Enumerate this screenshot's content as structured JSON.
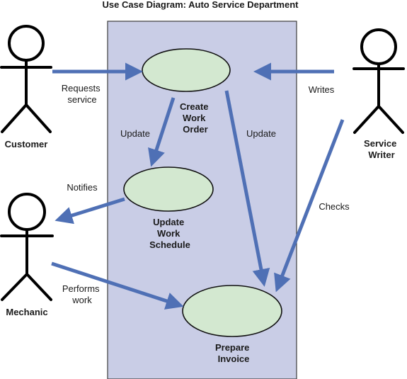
{
  "title": "Use Case Diagram: Auto Service Department",
  "colors": {
    "system_fill": "#c9cde6",
    "system_stroke": "#3c3c3c",
    "usecase_fill": "#d3e8d0",
    "usecase_stroke": "#111111",
    "arrow": "#4f70b5",
    "actor_stroke": "#000000",
    "text": "#1a1a1a"
  },
  "actors": [
    {
      "id": "customer",
      "name": "Customer",
      "icon": "stick-figure-icon"
    },
    {
      "id": "service-writer",
      "name_lines": [
        "Service",
        "Writer"
      ],
      "icon": "stick-figure-icon"
    },
    {
      "id": "mechanic",
      "name": "Mechanic",
      "icon": "stick-figure-icon"
    }
  ],
  "use_cases": [
    {
      "id": "create-work-order",
      "lines": [
        "Create",
        "Work",
        "Order"
      ]
    },
    {
      "id": "update-work-schedule",
      "lines": [
        "Update",
        "Work",
        "Schedule"
      ]
    },
    {
      "id": "prepare-invoice",
      "lines": [
        "Prepare",
        "Invoice"
      ]
    }
  ],
  "associations": [
    {
      "from": "customer",
      "to": "create-work-order",
      "lines": [
        "Requests",
        "service"
      ]
    },
    {
      "from": "service-writer",
      "to": "create-work-order",
      "lines": [
        "Writes"
      ]
    },
    {
      "from": "create-work-order",
      "to": "update-work-schedule",
      "lines": [
        "Update"
      ]
    },
    {
      "from": "create-work-order",
      "to": "prepare-invoice",
      "lines": [
        "Update"
      ]
    },
    {
      "from": "update-work-schedule",
      "to": "mechanic",
      "lines": [
        "Notifies"
      ]
    },
    {
      "from": "service-writer",
      "to": "prepare-invoice",
      "lines": [
        "Checks"
      ]
    },
    {
      "from": "mechanic",
      "to": "prepare-invoice",
      "lines": [
        "Performs",
        "work"
      ]
    }
  ]
}
